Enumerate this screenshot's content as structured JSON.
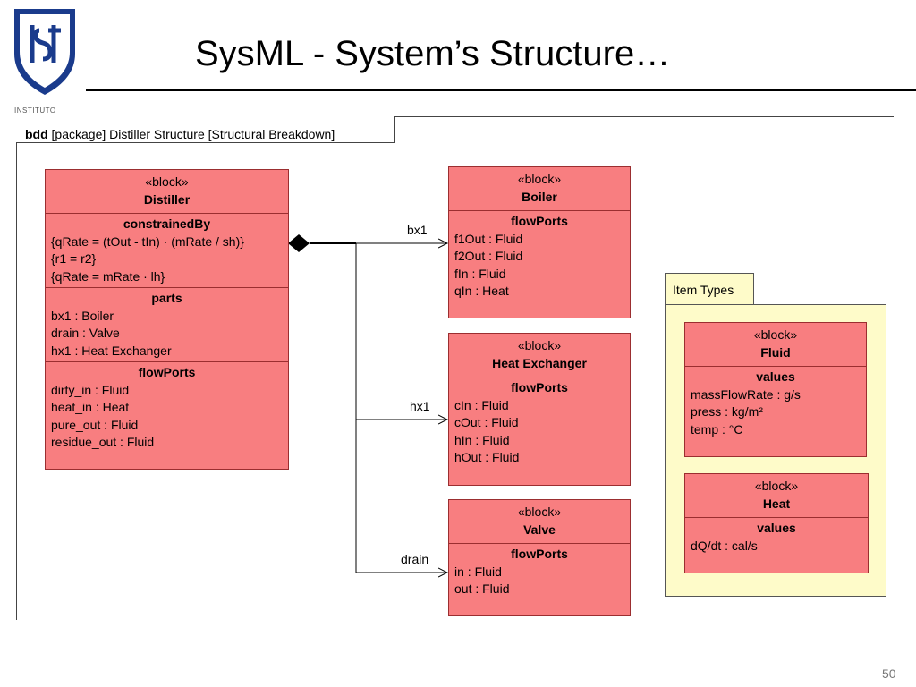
{
  "slide": {
    "title": "SysML - System’s Structure…",
    "logo_caption": "INSTITUTO",
    "page_number": "50"
  },
  "frame": {
    "kind": "bdd",
    "label": "[package] Distiller Structure [Structural Breakdown]"
  },
  "blocks": {
    "distiller": {
      "stereotype": "«block»",
      "name": "Distiller",
      "constrainedBy": {
        "title": "constrainedBy",
        "rows": [
          "{qRate = (tOut - tIn) · (mRate / sh)}",
          "{r1 = r2}",
          "{qRate = mRate · lh}"
        ]
      },
      "parts": {
        "title": "parts",
        "rows": [
          "bx1 : Boiler",
          "drain : Valve",
          "hx1 : Heat Exchanger"
        ]
      },
      "flowPorts": {
        "title": "flowPorts",
        "rows": [
          "dirty_in : Fluid",
          "heat_in : Heat",
          "pure_out : Fluid",
          "residue_out : Fluid"
        ]
      }
    },
    "boiler": {
      "stereotype": "«block»",
      "name": "Boiler",
      "flowPorts": {
        "title": "flowPorts",
        "rows": [
          "f1Out : Fluid",
          "f2Out : Fluid",
          "fIn : Fluid",
          "qIn : Heat"
        ]
      }
    },
    "heat_exchanger": {
      "stereotype": "«block»",
      "name": "Heat Exchanger",
      "flowPorts": {
        "title": "flowPorts",
        "rows": [
          "cIn : Fluid",
          "cOut : Fluid",
          "hIn : Fluid",
          "hOut : Fluid"
        ]
      }
    },
    "valve": {
      "stereotype": "«block»",
      "name": "Valve",
      "flowPorts": {
        "title": "flowPorts",
        "rows": [
          "in : Fluid",
          "out : Fluid"
        ]
      }
    }
  },
  "item_types": {
    "label": "Item Types",
    "fluid": {
      "stereotype": "«block»",
      "name": "Fluid",
      "values": {
        "title": "values",
        "rows": [
          "massFlowRate : g/s",
          "press : kg/m²",
          "temp : °C"
        ]
      }
    },
    "heat": {
      "stereotype": "«block»",
      "name": "Heat",
      "values": {
        "title": "values",
        "rows": [
          "dQ/dt : cal/s"
        ]
      }
    }
  },
  "connectors": {
    "bx1": "bx1",
    "hx1": "hx1",
    "drain": "drain"
  },
  "colors": {
    "block_fill": "#f87e80",
    "package_fill": "#fefbc9"
  }
}
